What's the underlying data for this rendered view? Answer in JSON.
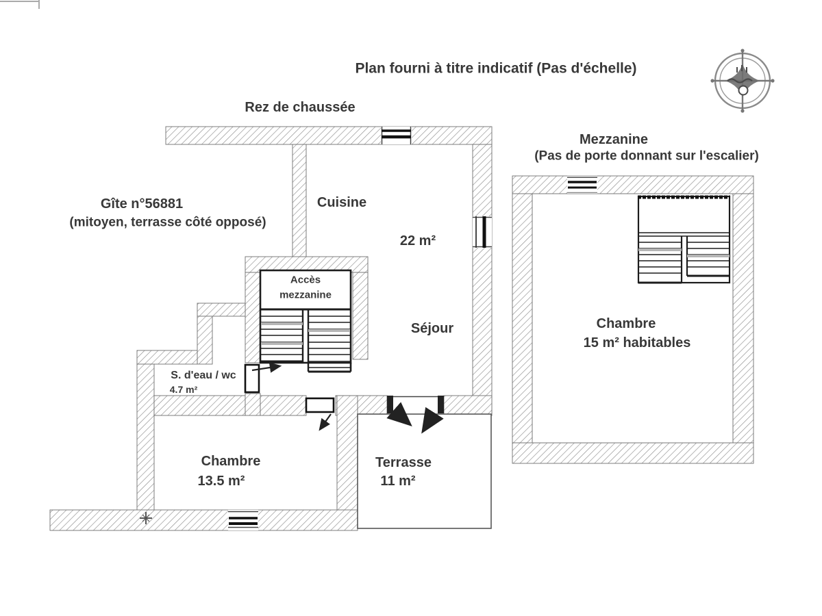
{
  "title": "Plan fourni à titre indicatif (Pas d'échelle)",
  "floors": {
    "ground": {
      "label": "Rez de chaussée",
      "gite_line1": "Gîte n°56881",
      "gite_line2": "(mitoyen, terrasse côté opposé)",
      "rooms": {
        "cuisine": {
          "name": "Cuisine"
        },
        "sejour": {
          "name": "Séjour",
          "area": "22 m²"
        },
        "acces_mezzanine": {
          "line1": "Accès",
          "line2": "mezzanine"
        },
        "salle_eau": {
          "name": "S. d'eau / wc",
          "area": "4.7 m²"
        },
        "chambre": {
          "name": "Chambre",
          "area": "13.5 m²"
        },
        "terrasse": {
          "name": "Terrasse",
          "area": "11 m²"
        }
      }
    },
    "mezzanine": {
      "label_line1": "Mezzanine",
      "label_line2": "(Pas de porte donnant sur l'escalier)",
      "rooms": {
        "chambre": {
          "name": "Chambre",
          "area": "15 m² habitables"
        }
      }
    }
  },
  "icons": {
    "compass": "compass-rose-icon"
  },
  "colors": {
    "hatch": "#8f8f8f",
    "wall_outline": "#6f6f6f",
    "stair_line": "#1c1c1c",
    "text": "#383838",
    "thin_line": "#555555"
  }
}
